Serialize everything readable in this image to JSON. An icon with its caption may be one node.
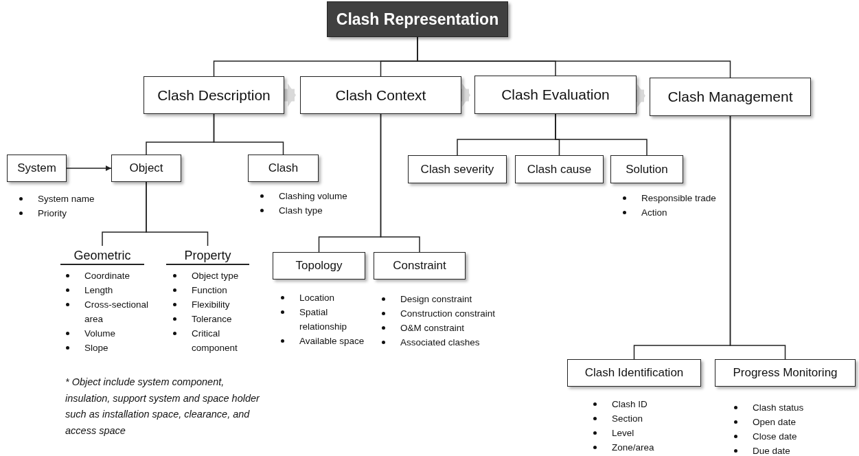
{
  "diagram": {
    "nodes": [
      {
        "text": [
          "Clash Representation"
        ]
      },
      {
        "text": [
          "Clash Description"
        ]
      },
      {
        "text": [
          "Clash Context"
        ]
      },
      {
        "text": [
          "Clash Evaluation"
        ]
      },
      {
        "text": [
          "Clash Management"
        ]
      },
      {
        "text": [
          "System"
        ],
        "beside": [
          "System name",
          "Priority"
        ]
      },
      {
        "text": [
          "Object"
        ]
      },
      {
        "text": [
          "Clash"
        ],
        "beside": [
          "Clashing volume",
          "Clash type"
        ]
      },
      {
        "text": [
          "Clash severity"
        ]
      },
      {
        "text": [
          "Clash cause"
        ]
      },
      {
        "text": [
          "Solution"
        ],
        "beside": [
          "Responsible trade",
          "Action"
        ]
      },
      {
        "text": [
          "Geometric"
        ],
        "beside": [
          "Coordinate",
          "Length",
          "Cross-sectional area",
          "Volume",
          "Slope"
        ]
      },
      {
        "text": [
          "Property"
        ],
        "beside": [
          "Object type",
          "Function",
          "Flexibility",
          "Tolerance",
          "Critical component"
        ]
      },
      {
        "text": [
          "Topology"
        ],
        "beside": [
          "Location",
          "Spatial relationship",
          "Available space"
        ]
      },
      {
        "text": [
          "Constraint"
        ],
        "beside": [
          "Design constraint",
          "Construction constraint",
          "O&M constraint",
          "Associated clashes"
        ]
      },
      {
        "text": [
          "Clash Identification"
        ],
        "beside": [
          "Clash ID",
          "Section",
          "Level",
          "Zone/area"
        ]
      },
      {
        "text": [
          "Progress Monitoring"
        ],
        "beside": [
          "Clash status",
          "Open date",
          "Close date",
          "Due date"
        ]
      }
    ],
    "edges": [
      {
        "from": 0,
        "to": 1,
        "arrow": "none"
      },
      {
        "from": 0,
        "to": 2,
        "arrow": "none"
      },
      {
        "from": 0,
        "to": 3,
        "arrow": "none"
      },
      {
        "from": 0,
        "to": 4,
        "arrow": "none"
      },
      {
        "from": 1,
        "to": 2,
        "arrow": "to",
        "style": "thick",
        "color": "#d9d9d9"
      },
      {
        "from": 2,
        "to": 3,
        "arrow": "to",
        "style": "thick",
        "color": "#d9d9d9"
      },
      {
        "from": 3,
        "to": 4,
        "arrow": "to",
        "style": "thick",
        "color": "#d9d9d9"
      },
      {
        "from": 1,
        "to": 6,
        "arrow": "none"
      },
      {
        "from": 1,
        "to": 7,
        "arrow": "none"
      },
      {
        "from": 5,
        "to": 6,
        "arrow": "to"
      },
      {
        "from": 3,
        "to": 8,
        "arrow": "none"
      },
      {
        "from": 3,
        "to": 9,
        "arrow": "none"
      },
      {
        "from": 3,
        "to": 10,
        "arrow": "none"
      },
      {
        "from": 6,
        "to": 11,
        "arrow": "none"
      },
      {
        "from": 6,
        "to": 12,
        "arrow": "none"
      },
      {
        "from": 2,
        "to": 13,
        "arrow": "none"
      },
      {
        "from": 2,
        "to": 14,
        "arrow": "none"
      },
      {
        "from": 4,
        "to": 15,
        "arrow": "none"
      },
      {
        "from": 4,
        "to": 16,
        "arrow": "none"
      }
    ],
    "labels": [
      "* Object include system component, insulation, support system and space holder such as installation space, clearance, and access space"
    ]
  }
}
